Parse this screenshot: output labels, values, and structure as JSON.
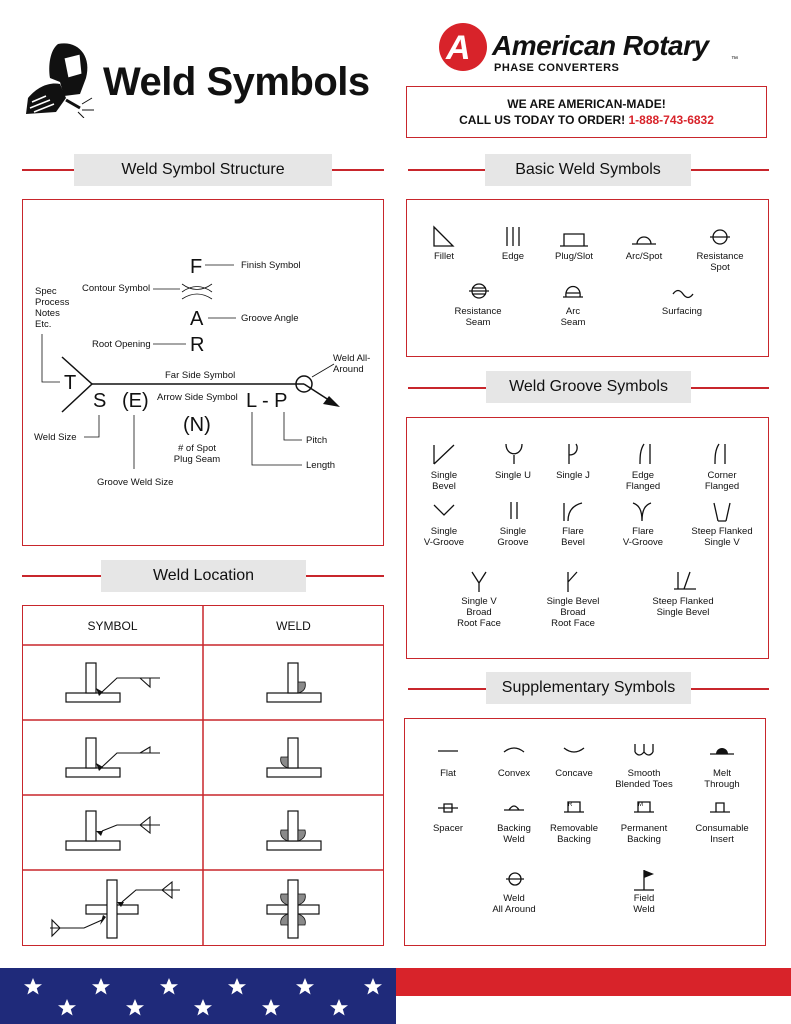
{
  "header": {
    "title": "Weld Symbols",
    "brand_name": "American Rotary",
    "brand_sub": "PHASE CONVERTERS",
    "tm": "™",
    "cta_line1": "WE ARE AMERICAN-MADE!",
    "cta_line2": "CALL US TODAY TO ORDER!",
    "phone": "1-888-743-6832"
  },
  "sections": {
    "structure": "Weld Symbol Structure",
    "basic": "Basic Weld Symbols",
    "groove": "Weld Groove Symbols",
    "location": "Weld Location",
    "supplementary": "Supplementary Symbols"
  },
  "structure": {
    "letters": {
      "F": "F",
      "A": "A",
      "R": "R",
      "T": "T",
      "S": "S",
      "E": "(E)",
      "N": "(N)",
      "LP": "L - P"
    },
    "labels": {
      "finish": "Finish Symbol",
      "contour": "Contour Symbol",
      "spec": [
        "Spec",
        "Process",
        "Notes",
        "Etc."
      ],
      "groove_angle": "Groove Angle",
      "root": "Root Opening",
      "all_around": [
        "Weld All-",
        "Around"
      ],
      "far": "Far Side Symbol",
      "arrow": "Arrow Side Symbol",
      "weld_size": "Weld Size",
      "spot": [
        "# of Spot",
        "Plug Seam"
      ],
      "pitch": "Pitch",
      "length": "Length",
      "groove_size": "Groove Weld Size"
    }
  },
  "basic": [
    {
      "l1": "Fillet",
      "l2": ""
    },
    {
      "l1": "Edge",
      "l2": ""
    },
    {
      "l1": "Plug/Slot",
      "l2": ""
    },
    {
      "l1": "Arc/Spot",
      "l2": ""
    },
    {
      "l1": "Resistance",
      "l2": "Spot"
    },
    {
      "l1": "Resistance",
      "l2": "Seam"
    },
    {
      "l1": "Arc",
      "l2": "Seam"
    },
    {
      "l1": "Surfacing",
      "l2": ""
    }
  ],
  "groove": [
    {
      "l1": "Single",
      "l2": "Bevel",
      "l3": ""
    },
    {
      "l1": "Single U",
      "l2": "",
      "l3": ""
    },
    {
      "l1": "Single J",
      "l2": "",
      "l3": ""
    },
    {
      "l1": "Edge",
      "l2": "Flanged",
      "l3": ""
    },
    {
      "l1": "Corner",
      "l2": "Flanged",
      "l3": ""
    },
    {
      "l1": "Single",
      "l2": "V-Groove",
      "l3": ""
    },
    {
      "l1": "Single",
      "l2": "Groove",
      "l3": ""
    },
    {
      "l1": "Flare",
      "l2": "Bevel",
      "l3": ""
    },
    {
      "l1": "Flare",
      "l2": "V-Groove",
      "l3": ""
    },
    {
      "l1": "Steep Flanked",
      "l2": "Single V",
      "l3": ""
    },
    {
      "l1": "Single V",
      "l2": "Broad",
      "l3": "Root Face"
    },
    {
      "l1": "Single Bevel",
      "l2": "Broad",
      "l3": "Root Face"
    },
    {
      "l1": "Steep Flanked",
      "l2": "Single Bevel",
      "l3": ""
    }
  ],
  "location": {
    "col_symbol": "SYMBOL",
    "col_weld": "WELD"
  },
  "supplementary": [
    {
      "l1": "Flat",
      "l2": ""
    },
    {
      "l1": "Convex",
      "l2": ""
    },
    {
      "l1": "Concave",
      "l2": ""
    },
    {
      "l1": "Smooth",
      "l2": "Blended Toes"
    },
    {
      "l1": "Melt",
      "l2": "Through"
    },
    {
      "l1": "Spacer",
      "l2": ""
    },
    {
      "l1": "Backing",
      "l2": "Weld"
    },
    {
      "l1": "Removable",
      "l2": "Backing"
    },
    {
      "l1": "Permanent",
      "l2": "Backing"
    },
    {
      "l1": "Consumable",
      "l2": "Insert"
    },
    {
      "l1": "Weld",
      "l2": "All Around"
    },
    {
      "l1": "Field",
      "l2": "Weld"
    }
  ],
  "icon_letters": {
    "removable": "R",
    "permanent": "M"
  },
  "colors": {
    "accent": "#c8262c",
    "flag_blue": "#1f2a7a",
    "flag_red": "#d8232a"
  }
}
